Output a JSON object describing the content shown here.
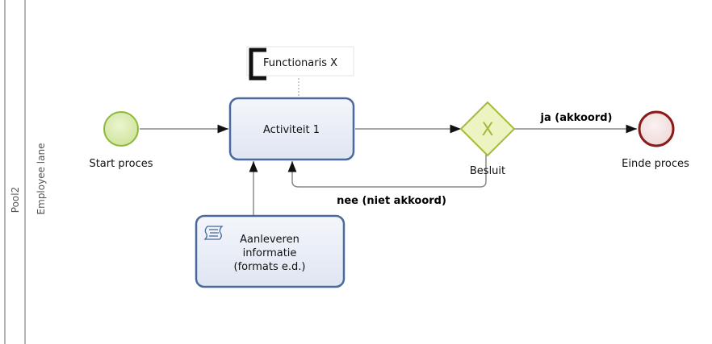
{
  "pool": {
    "label": "Pool2"
  },
  "lane": {
    "label": "Employee lane"
  },
  "start_event": {
    "label": "Start proces"
  },
  "task_activity": {
    "label": "Activiteit 1"
  },
  "annotation": {
    "label": "Functionaris X"
  },
  "gateway": {
    "label": "Besluit",
    "symbol": "X"
  },
  "end_event": {
    "label": "Einde proces"
  },
  "script_task": {
    "lines": [
      "Aanleveren",
      "informatie",
      "(formats e.d.)"
    ],
    "icon": "script-icon"
  },
  "flows": {
    "yes_label": "ja (akkoord)",
    "no_label": "nee (niet akkoord)"
  },
  "colors": {
    "start_fill": "#d7ebb0",
    "start_stroke": "#8fb83a",
    "end_fill": "#f7e6e6",
    "end_stroke": "#8b1a1a",
    "task_fill": "#e9edf7",
    "task_stroke": "#4a6a9a",
    "gateway_fill": "#eef3c2",
    "gateway_stroke": "#a6b93a",
    "flow": "#8a8a8a"
  }
}
